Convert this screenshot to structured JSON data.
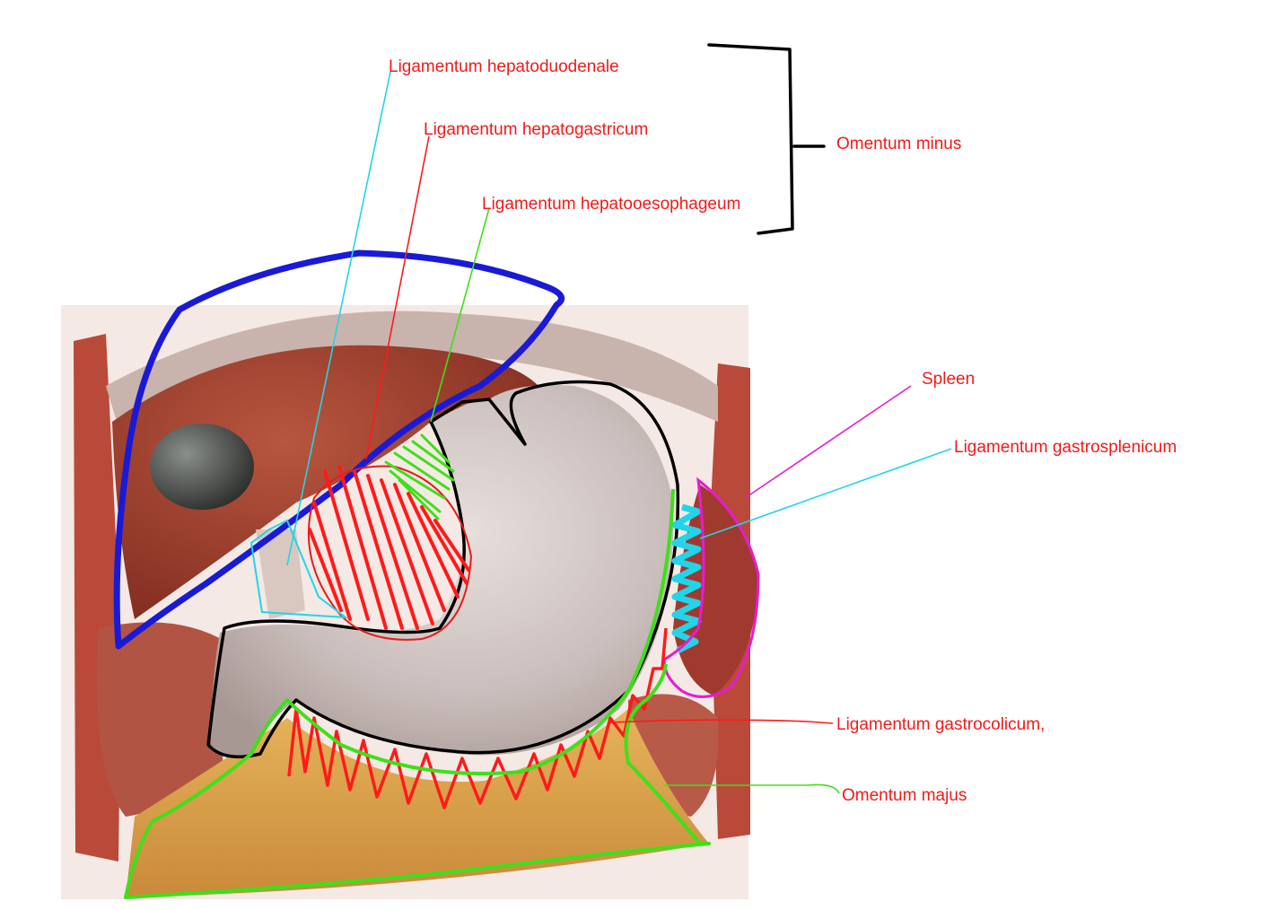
{
  "labels": {
    "hepatoduodenale": "Ligamentum hepatoduodenale",
    "hepatogastricum": "Ligamentum hepatogastricum",
    "hepatooesophageum": "Ligamentum hepatooesophageum",
    "omentum_minus": "Omentum minus",
    "spleen": "Spleen",
    "gastrosplenicum": "Ligamentum gastrosplenicum",
    "gastrocolicum": "Ligamentum gastrocolicum,",
    "omentum_majus": "Omentum majus"
  },
  "colors": {
    "label_text": "#f21a1a",
    "liver_outline": "#1a1ad6",
    "stomach_outline": "#000000",
    "greater_omentum": "#3ee01a",
    "lesser_ligament_hatch": "#ff1a1a",
    "oesophageal_hatch": "#3ee01a",
    "spleen_outline": "#e81ad0",
    "gastrosplenic": "#22d4ea"
  }
}
